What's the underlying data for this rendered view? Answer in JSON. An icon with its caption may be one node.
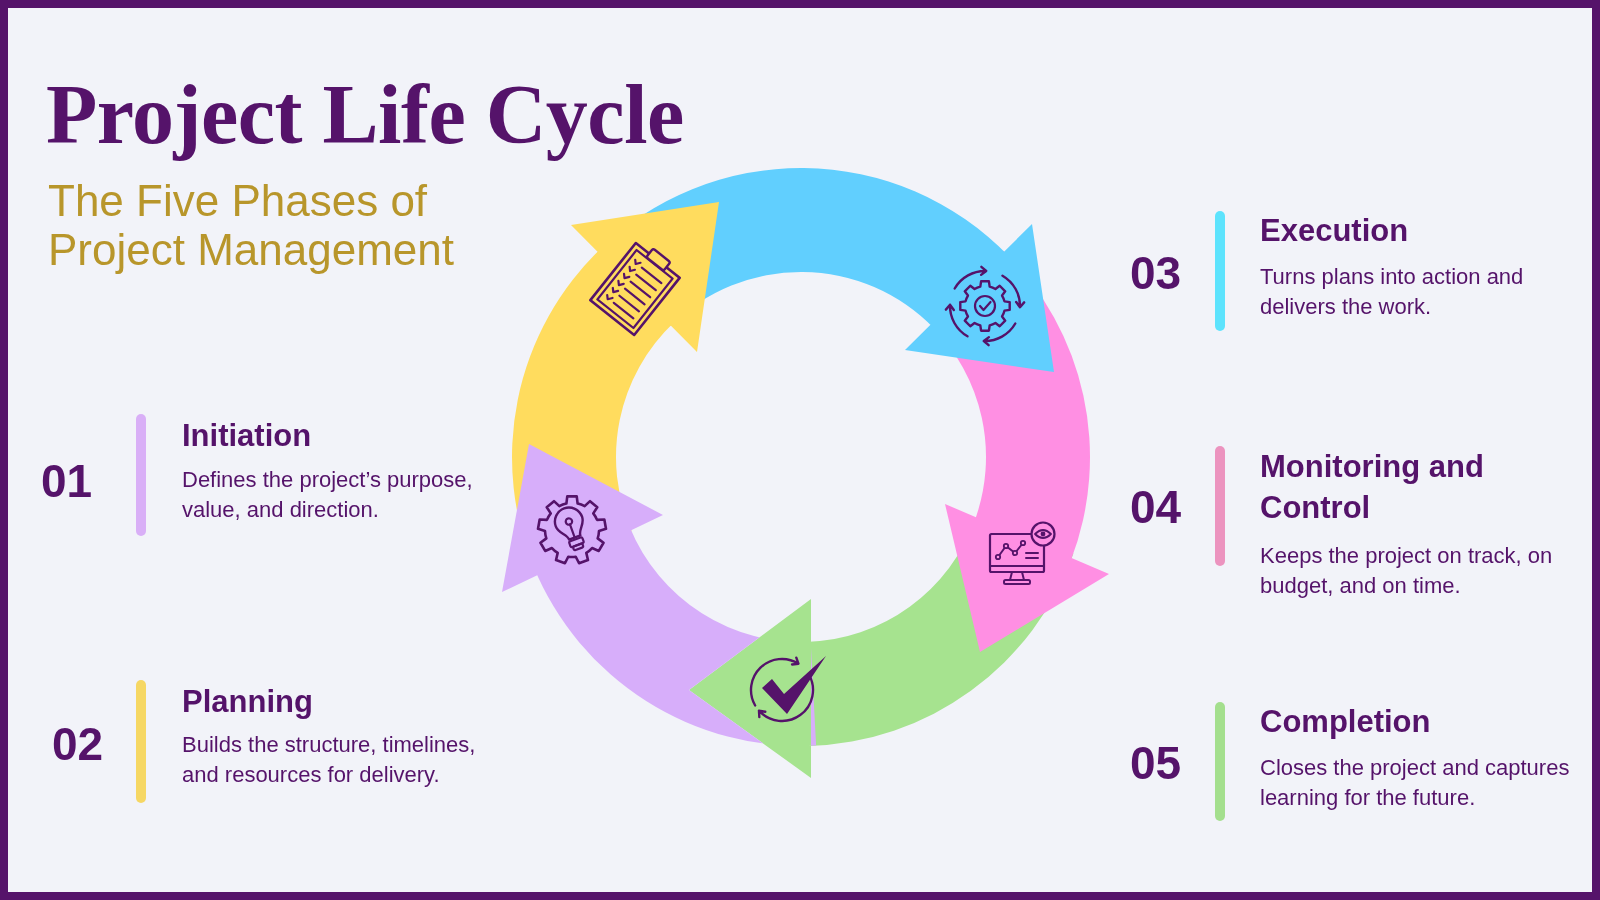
{
  "diagram": {
    "title": "Project Life Cycle",
    "labels": [
      "The Five Phases of Project Management",
      "01",
      "Initiation",
      "Defines the project’s purpose, value, and direction.",
      "02",
      "Planning",
      "Builds the structure, timelines, and resources for delivery.",
      "03",
      "Execution",
      "Turns plans into action and delivers the work.",
      "04",
      "Monitoring and Control",
      "Keeps the project on track, on budget, and on time.",
      "05",
      "Completion",
      "Closes the project and captures learning for the future."
    ]
  }
}
